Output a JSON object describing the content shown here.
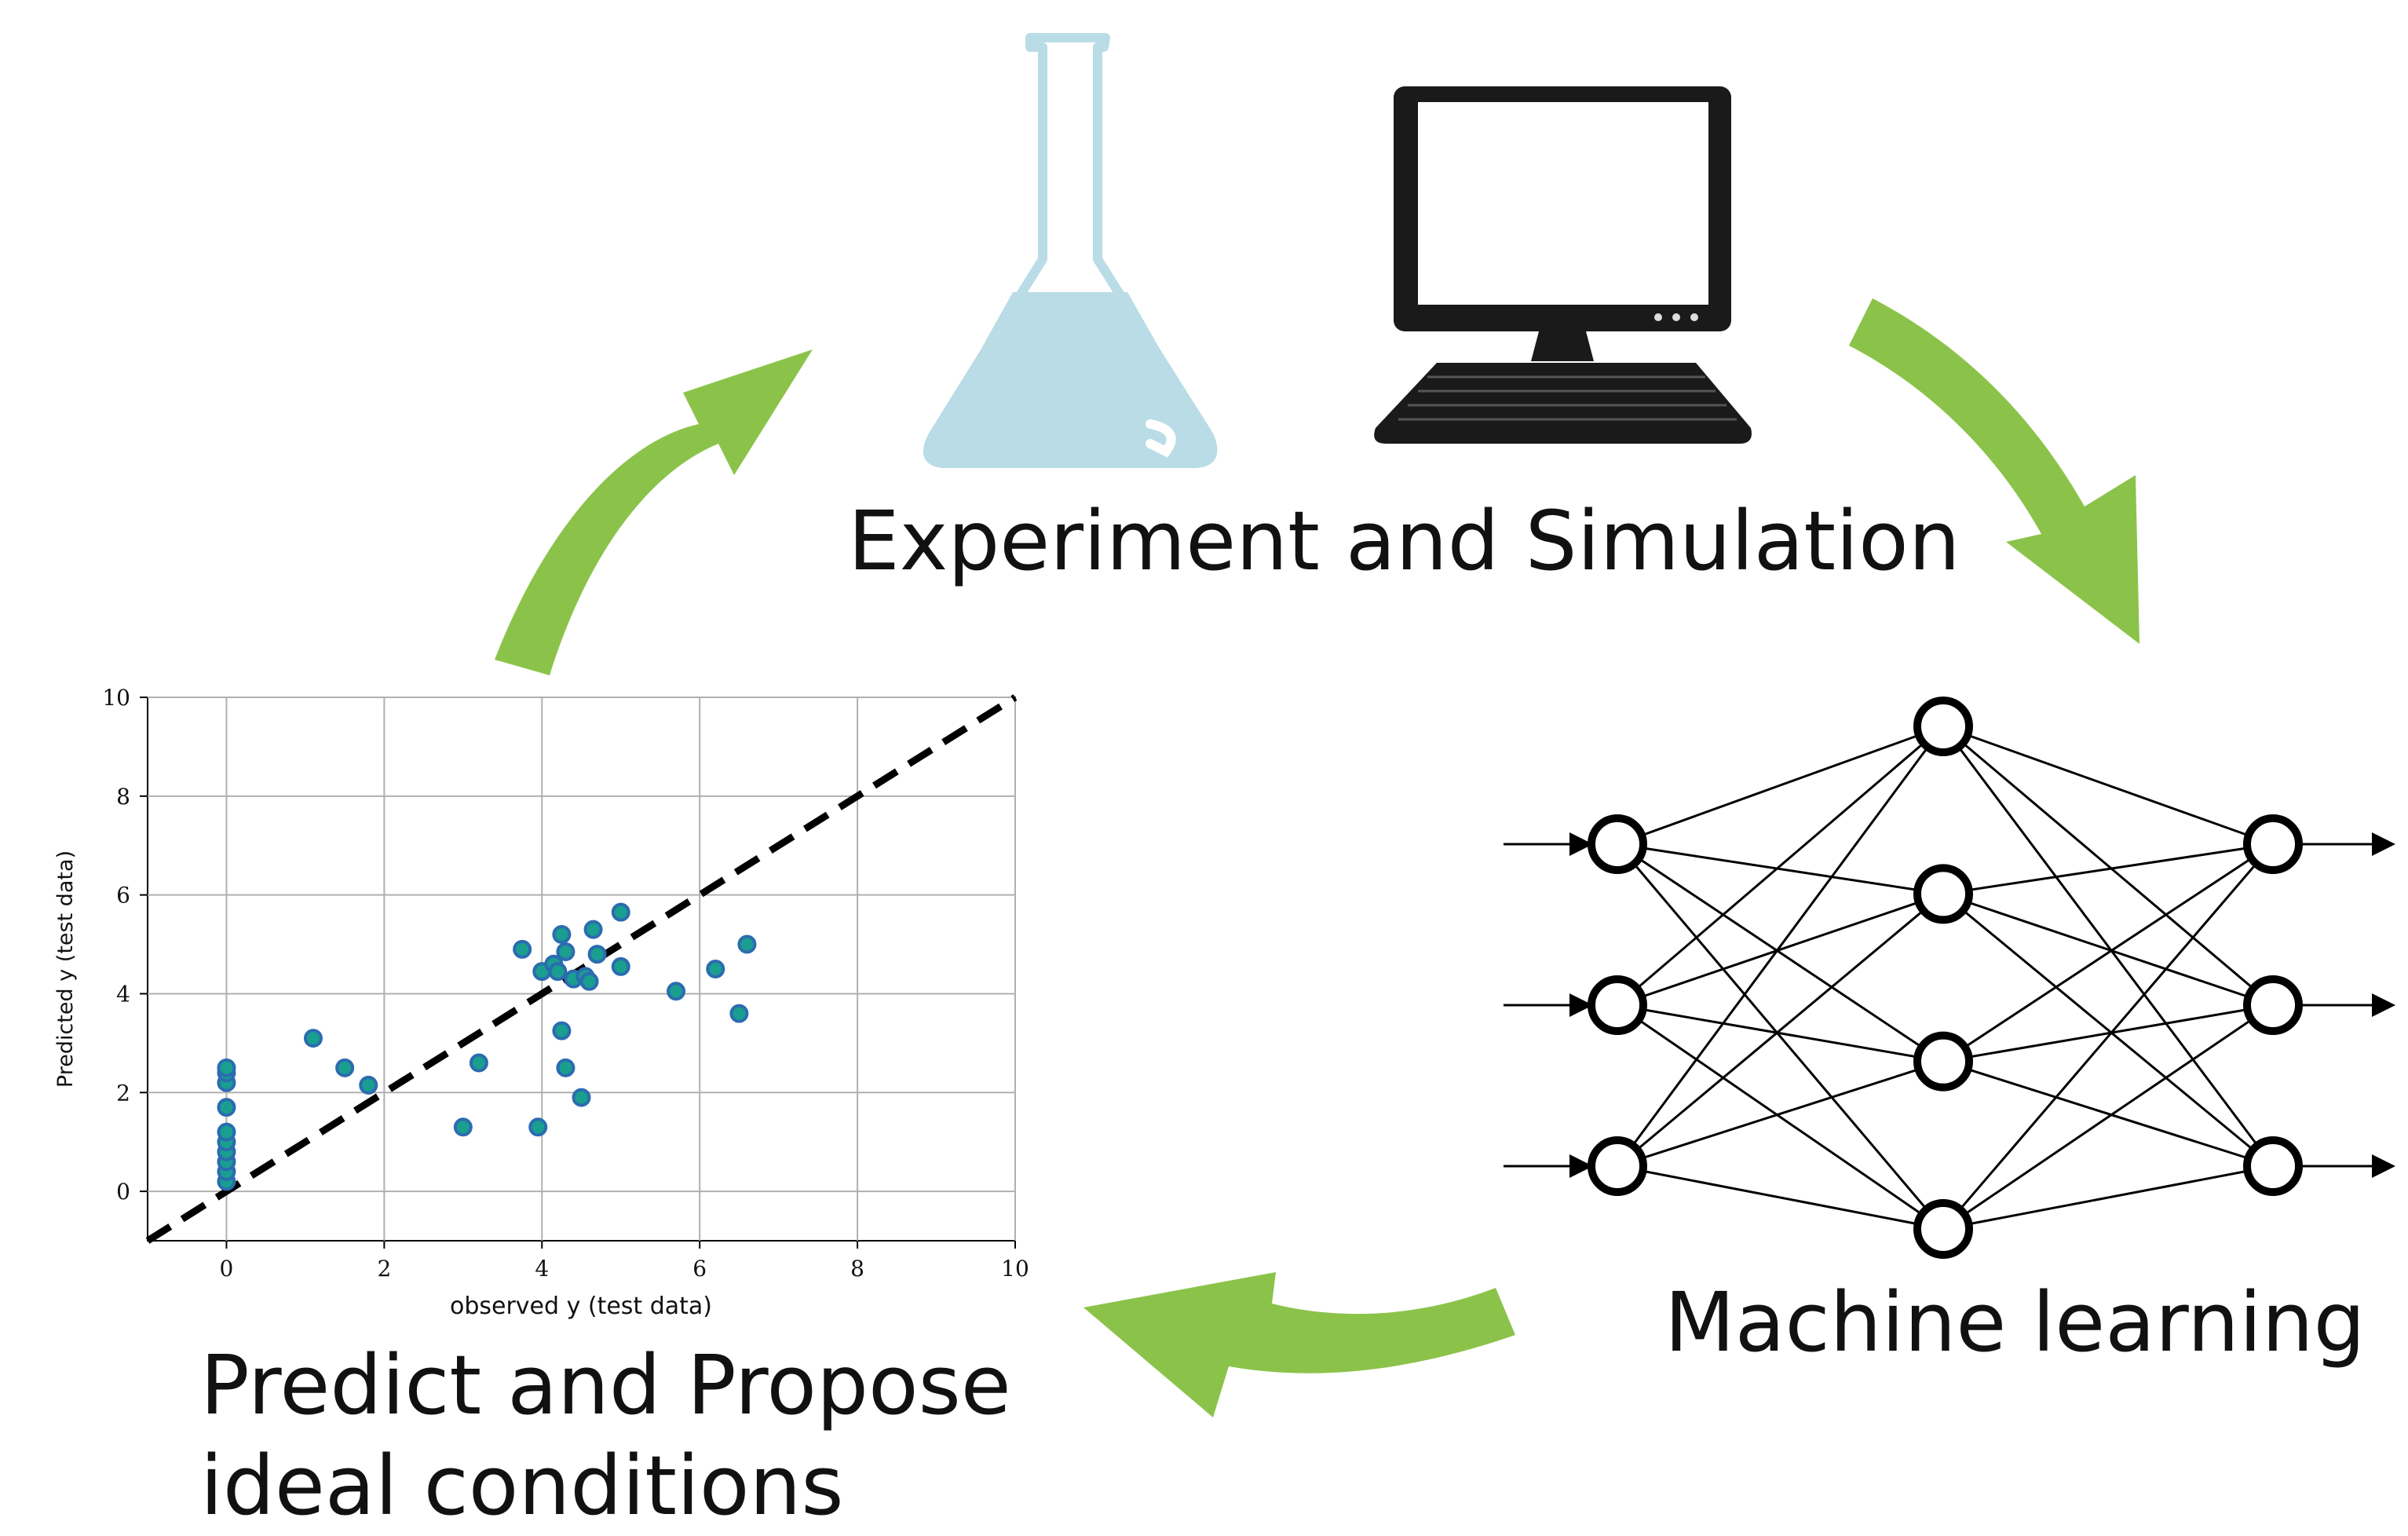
{
  "labels": {
    "experiment": "Experiment and Simulation",
    "machine_learning": "Machine learning",
    "predict_line1": "Predict and Propose",
    "predict_line2": "ideal conditions"
  },
  "icons": [
    "flask-icon",
    "computer-monitor-icon",
    "keyboard-icon",
    "neural-network-icon",
    "cycle-arrow-icon"
  ],
  "colors": {
    "arrow": "#8bc34a",
    "flask_liquid": "#b9dce6",
    "flask_outline": "#b9dce6",
    "scatter_fill": "#1a9e8f",
    "scatter_edge": "#2b6cb0",
    "device": "#1a1a1a"
  },
  "network": {
    "layers": [
      3,
      4,
      3
    ]
  },
  "chart_data": {
    "type": "scatter",
    "title": "",
    "xlabel": "observed y (test data)",
    "ylabel": "Predicted y (test data)",
    "xlim": [
      -1,
      10
    ],
    "ylim": [
      -1,
      10
    ],
    "xticks": [
      0,
      2,
      4,
      6,
      8,
      10
    ],
    "yticks": [
      0,
      2,
      4,
      6,
      8,
      10
    ],
    "grid": true,
    "reference_line": {
      "style": "dashed",
      "color": "#000000",
      "x": [
        -1,
        10
      ],
      "y": [
        -1,
        10
      ]
    },
    "points": [
      [
        0,
        0.2
      ],
      [
        0,
        0.4
      ],
      [
        0,
        0.6
      ],
      [
        0,
        0.8
      ],
      [
        0,
        1.0
      ],
      [
        0,
        1.2
      ],
      [
        0,
        1.7
      ],
      [
        0,
        2.2
      ],
      [
        0,
        2.4
      ],
      [
        0,
        2.5
      ],
      [
        1.1,
        3.1
      ],
      [
        1.5,
        2.5
      ],
      [
        1.8,
        2.15
      ],
      [
        3.0,
        1.3
      ],
      [
        3.2,
        2.6
      ],
      [
        3.75,
        4.9
      ],
      [
        3.95,
        1.3
      ],
      [
        4.0,
        4.45
      ],
      [
        4.15,
        4.6
      ],
      [
        4.2,
        4.45
      ],
      [
        4.25,
        5.2
      ],
      [
        4.3,
        4.85
      ],
      [
        4.25,
        3.25
      ],
      [
        4.3,
        2.5
      ],
      [
        4.4,
        4.3
      ],
      [
        4.5,
        1.9
      ],
      [
        4.55,
        4.35
      ],
      [
        4.6,
        4.25
      ],
      [
        4.65,
        5.3
      ],
      [
        4.7,
        4.8
      ],
      [
        5.0,
        5.65
      ],
      [
        5.0,
        4.55
      ],
      [
        5.7,
        4.05
      ],
      [
        6.2,
        4.5
      ],
      [
        6.5,
        3.6
      ],
      [
        6.6,
        5.0
      ]
    ]
  }
}
